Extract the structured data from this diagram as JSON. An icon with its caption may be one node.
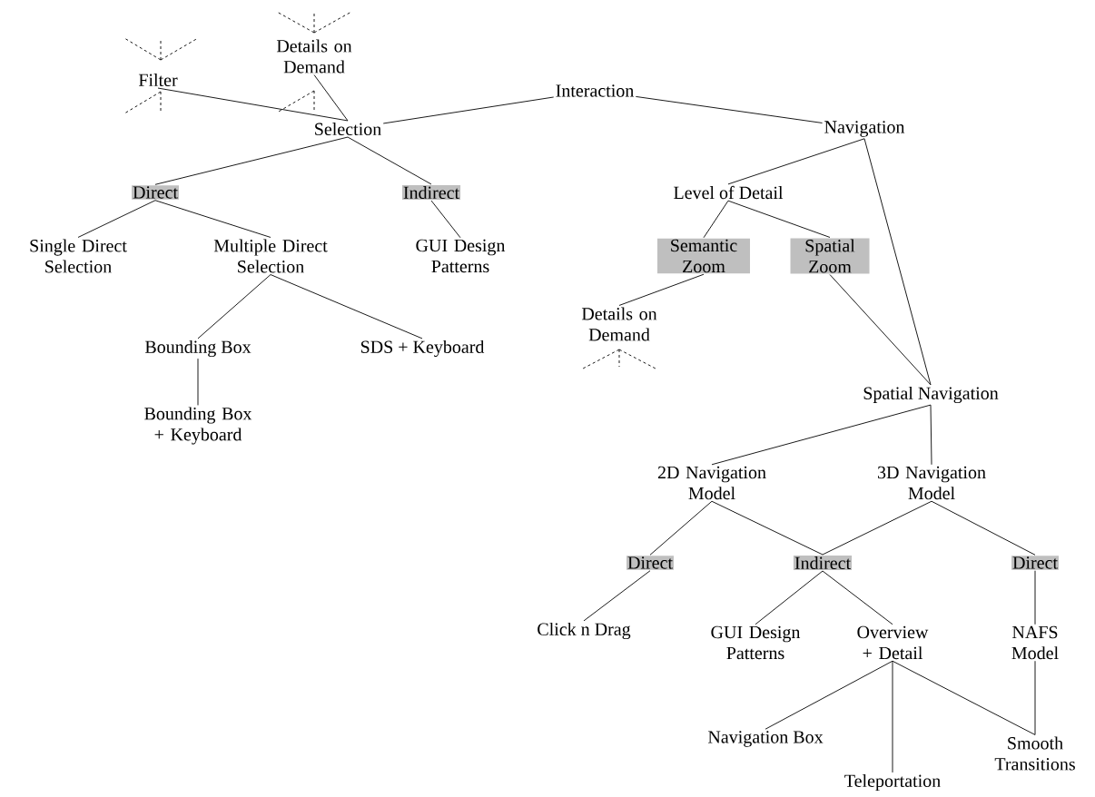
{
  "diagram": {
    "nodes": [
      {
        "text": [
          "Interaction"
        ]
      },
      {
        "text": [
          "Filter"
        ]
      },
      {
        "text": [
          "Details on Demand"
        ]
      },
      {
        "text": [
          "Selection"
        ]
      },
      {
        "text": [
          "Navigation"
        ]
      },
      {
        "text": [
          "Direct"
        ]
      },
      {
        "text": [
          "Indirect"
        ]
      },
      {
        "text": [
          "Level of Detail"
        ]
      },
      {
        "text": [
          "Single Direct Selection"
        ]
      },
      {
        "text": [
          "Multiple Direct Selection"
        ]
      },
      {
        "text": [
          "GUI Design Patterns"
        ]
      },
      {
        "text": [
          "Semantic Zoom"
        ]
      },
      {
        "text": [
          "Spatial Zoom"
        ]
      },
      {
        "text": [
          "Details on Demand"
        ]
      },
      {
        "text": [
          "Bounding Box"
        ]
      },
      {
        "text": [
          "SDS + Keyboard"
        ]
      },
      {
        "text": [
          "Spatial Navigation"
        ]
      },
      {
        "text": [
          "Bounding Box + Keyboard"
        ]
      },
      {
        "text": [
          "2D Navigation Model"
        ]
      },
      {
        "text": [
          "3D Navigation Model"
        ]
      },
      {
        "text": [
          "Direct"
        ]
      },
      {
        "text": [
          "Indirect"
        ]
      },
      {
        "text": [
          "Direct"
        ]
      },
      {
        "text": [
          "Click n Drag"
        ]
      },
      {
        "text": [
          "GUI Design Patterns"
        ]
      },
      {
        "text": [
          "Overview + Detail"
        ]
      },
      {
        "text": [
          "NAFS Model"
        ]
      },
      {
        "text": [
          "Navigation Box"
        ]
      },
      {
        "text": [
          "Teleportation"
        ]
      },
      {
        "text": [
          "Smooth Transitions"
        ]
      }
    ],
    "edges": [
      {
        "from": 0,
        "to": 3,
        "arrow": "none"
      },
      {
        "from": 0,
        "to": 4,
        "arrow": "none"
      },
      {
        "from": 3,
        "to": 1,
        "arrow": "none"
      },
      {
        "from": 3,
        "to": 2,
        "arrow": "none"
      },
      {
        "from": 3,
        "to": 5,
        "arrow": "none"
      },
      {
        "from": 3,
        "to": 6,
        "arrow": "none"
      },
      {
        "from": 4,
        "to": 7,
        "arrow": "none"
      },
      {
        "from": 4,
        "to": 16,
        "arrow": "none"
      },
      {
        "from": 5,
        "to": 8,
        "arrow": "none"
      },
      {
        "from": 5,
        "to": 9,
        "arrow": "none"
      },
      {
        "from": 6,
        "to": 10,
        "arrow": "none"
      },
      {
        "from": 7,
        "to": 11,
        "arrow": "none"
      },
      {
        "from": 7,
        "to": 12,
        "arrow": "none"
      },
      {
        "from": 11,
        "to": 13,
        "arrow": "none"
      },
      {
        "from": 12,
        "to": 16,
        "arrow": "none"
      },
      {
        "from": 9,
        "to": 14,
        "arrow": "none"
      },
      {
        "from": 9,
        "to": 15,
        "arrow": "none"
      },
      {
        "from": 14,
        "to": 17,
        "arrow": "none"
      },
      {
        "from": 16,
        "to": 18,
        "arrow": "none"
      },
      {
        "from": 16,
        "to": 19,
        "arrow": "none"
      },
      {
        "from": 18,
        "to": 20,
        "arrow": "none"
      },
      {
        "from": 18,
        "to": 21,
        "arrow": "none"
      },
      {
        "from": 19,
        "to": 21,
        "arrow": "none"
      },
      {
        "from": 19,
        "to": 22,
        "arrow": "none"
      },
      {
        "from": 20,
        "to": 23,
        "arrow": "none"
      },
      {
        "from": 21,
        "to": 24,
        "arrow": "none"
      },
      {
        "from": 21,
        "to": 25,
        "arrow": "none"
      },
      {
        "from": 22,
        "to": 26,
        "arrow": "none"
      },
      {
        "from": 25,
        "to": 27,
        "arrow": "none"
      },
      {
        "from": 25,
        "to": 28,
        "arrow": "none"
      },
      {
        "from": 25,
        "to": 29,
        "arrow": "none"
      },
      {
        "from": 26,
        "to": 29,
        "arrow": "none"
      }
    ]
  }
}
